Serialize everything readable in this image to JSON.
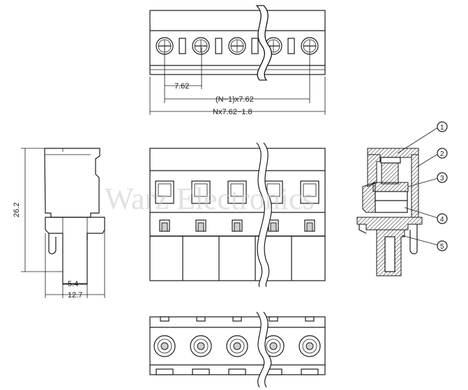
{
  "dimensions": {
    "pitch": "7.62",
    "n_minus_1": "(N−1)x7.62",
    "total_length": "Nx7.62−1.8",
    "height": "26.2",
    "pin_offset": "5.4",
    "width": "12.7"
  },
  "callouts": [
    "1",
    "2",
    "3",
    "4",
    "5"
  ],
  "watermark": "Warz Electronics",
  "positions": 5
}
